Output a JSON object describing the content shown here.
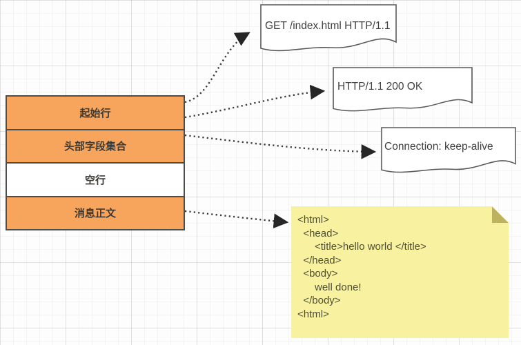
{
  "stack": {
    "rows": [
      {
        "label": "起始行"
      },
      {
        "label": "头部字段集合"
      },
      {
        "label": "空行"
      },
      {
        "label": "消息正文"
      }
    ]
  },
  "documents": [
    {
      "text": "GET /index.html HTTP/1.1"
    },
    {
      "text": "HTTP/1.1 200 OK"
    },
    {
      "text": "Connection: keep-alive"
    }
  ],
  "note": {
    "lines": [
      "<html>",
      "  <head>",
      "      <title>hello world </title>",
      "  </head>",
      "  <body>",
      "      well done!",
      "  </body>",
      "<html>"
    ]
  },
  "colors": {
    "box_orange": "#f7a45c",
    "box_white": "#ffffff",
    "note_yellow": "#f8f1a0",
    "note_fold": "#bdb35e",
    "outline": "#4d4d4d",
    "doc_border": "#595959",
    "arrow": "#3a3a3a"
  }
}
